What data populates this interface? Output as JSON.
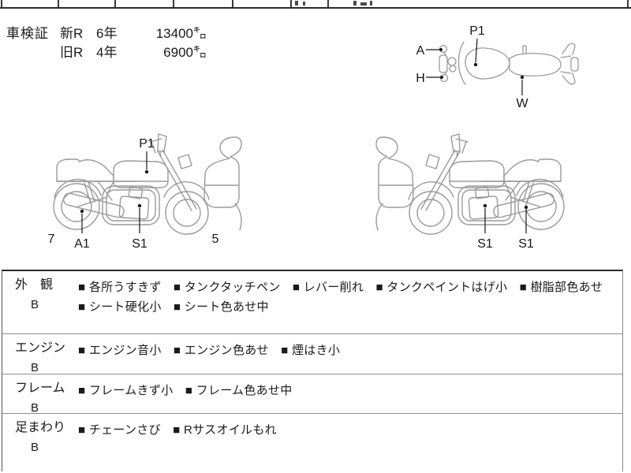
{
  "vehicle_cert": {
    "label": "車検証",
    "rows": [
      {
        "era": "新R",
        "years": "6年",
        "distance": "13400㌔"
      },
      {
        "era": "旧R",
        "years": "4年",
        "distance": "6900㌔"
      }
    ]
  },
  "diagrams": {
    "top_view": {
      "label_a": "A",
      "label_h": "H",
      "label_p1": "P1",
      "label_w": "W"
    },
    "left_side": {
      "label_p1": "P1",
      "label_7": "7",
      "label_a1": "A1",
      "label_s1": "S1",
      "label_5": "5"
    },
    "right_side": {
      "label_s1_engine": "S1",
      "label_s1_muffler": "S1"
    }
  },
  "sections": [
    {
      "label": "外　観",
      "grade": "B",
      "items": [
        "■ 各所うすきず",
        "■ タンクタッチペン",
        "■ レバー削れ",
        "■ タンクペイントはげ小",
        "■ 樹脂部色あせ",
        "■ シート硬化小",
        "■ シート色あせ中"
      ]
    },
    {
      "label": "エンジン",
      "grade": "B",
      "items": [
        "■ エンジン音小",
        "■ エンジン色あせ",
        "■ 煙はき小"
      ]
    },
    {
      "label": "フレーム",
      "grade": "B",
      "items": [
        "■ フレームきず小",
        "■ フレーム色あせ中"
      ]
    },
    {
      "label": "足まわり",
      "grade": "B",
      "items": [
        "■ チェーンさび",
        "■ Rサスオイルもれ"
      ]
    }
  ],
  "colors": {
    "line_art": "#9a9a9a",
    "text": "#1a1a1a",
    "border": "#2b2b2b"
  }
}
